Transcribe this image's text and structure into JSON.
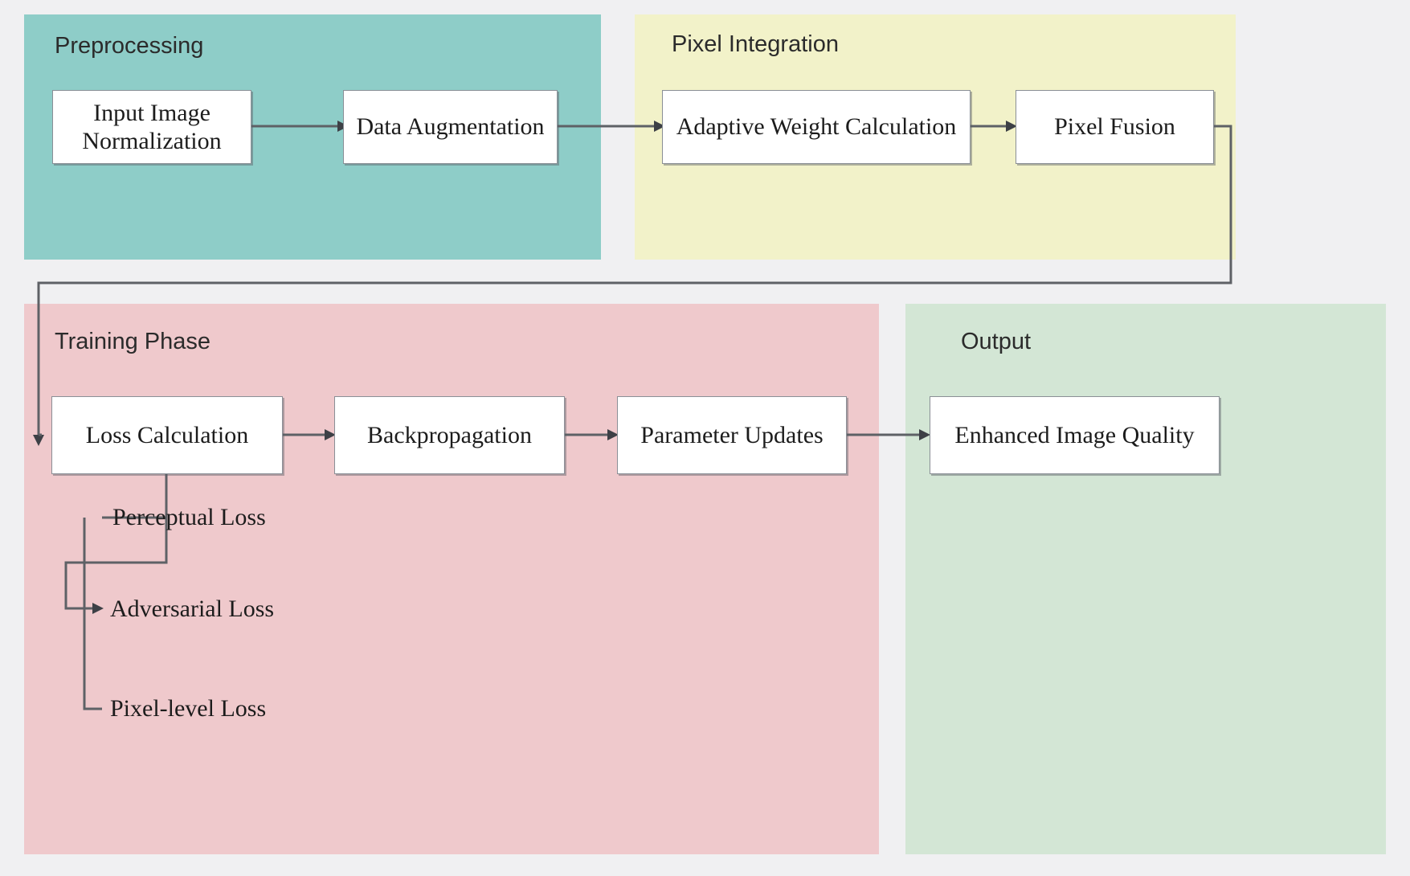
{
  "diagram": {
    "title": "Image Enhancement Pipeline Flowchart",
    "background_color": "#f0f0f2"
  },
  "panels": [
    {
      "id": "preprocessing",
      "label": "Preprocessing",
      "color": "#8ecdc8"
    },
    {
      "id": "pixel_integration",
      "label": "Pixel Integration",
      "color": "#f2f2c9"
    },
    {
      "id": "training_phase",
      "label": "Training Phase",
      "color": "#efc9cc"
    },
    {
      "id": "output",
      "label": "Output",
      "color": "#d3e6d5"
    }
  ],
  "nodes": {
    "input_image_normalization": "Input Image\nNormalization",
    "input_image_normalization_line1": "Input Image",
    "input_image_normalization_line2": "Normalization",
    "data_augmentation": "Data Augmentation",
    "adaptive_weight_calculation": "Adaptive Weight Calculation",
    "pixel_fusion": "Pixel Fusion",
    "loss_calculation": "Loss Calculation",
    "backpropagation": "Backpropagation",
    "parameter_updates": "Parameter Updates",
    "enhanced_image_quality": "Enhanced Image Quality"
  },
  "loss_branches": [
    {
      "id": "perceptual_loss",
      "label": "Perceptual Loss"
    },
    {
      "id": "adversarial_loss",
      "label": "Adversarial Loss"
    },
    {
      "id": "pixel_level_loss",
      "label": "Pixel-level Loss"
    }
  ],
  "chart_data": {
    "type": "diagram",
    "title": "Image Enhancement Pipeline Flowchart",
    "groups": [
      {
        "name": "Preprocessing",
        "color": "#8ecdc8",
        "nodes": [
          "Input Image Normalization",
          "Data Augmentation"
        ]
      },
      {
        "name": "Pixel Integration",
        "color": "#f2f2c9",
        "nodes": [
          "Adaptive Weight Calculation",
          "Pixel Fusion"
        ]
      },
      {
        "name": "Training Phase",
        "color": "#efc9cc",
        "nodes": [
          "Loss Calculation",
          "Backpropagation",
          "Parameter Updates",
          "Perceptual Loss",
          "Adversarial Loss",
          "Pixel-level Loss"
        ]
      },
      {
        "name": "Output",
        "color": "#d3e6d5",
        "nodes": [
          "Enhanced Image Quality"
        ]
      }
    ],
    "edges": [
      {
        "from": "Input Image Normalization",
        "to": "Data Augmentation",
        "arrow": true
      },
      {
        "from": "Data Augmentation",
        "to": "Adaptive Weight Calculation",
        "arrow": true
      },
      {
        "from": "Adaptive Weight Calculation",
        "to": "Pixel Fusion",
        "arrow": true
      },
      {
        "from": "Pixel Fusion",
        "to": "Loss Calculation",
        "arrow": true
      },
      {
        "from": "Loss Calculation",
        "to": "Backpropagation",
        "arrow": true
      },
      {
        "from": "Backpropagation",
        "to": "Parameter Updates",
        "arrow": true
      },
      {
        "from": "Parameter Updates",
        "to": "Enhanced Image Quality",
        "arrow": true
      },
      {
        "from": "Loss Calculation",
        "to": "Perceptual Loss",
        "arrow": false
      },
      {
        "from": "Loss Calculation",
        "to": "Adversarial Loss",
        "arrow": true
      },
      {
        "from": "Loss Calculation",
        "to": "Pixel-level Loss",
        "arrow": false
      }
    ]
  }
}
